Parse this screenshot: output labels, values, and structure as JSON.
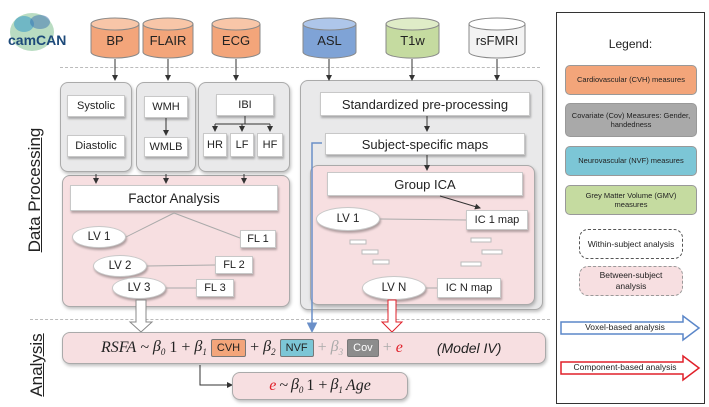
{
  "logo": {
    "text": "camCAN"
  },
  "sources": {
    "bp": "BP",
    "flair": "FLAIR",
    "ecg": "ECG",
    "asl": "ASL",
    "t1w": "T1w",
    "rsfmri": "rsFMRI"
  },
  "colors": {
    "orange": "#f3a57a",
    "blue": "#7fa3d6",
    "green": "#c5dba0",
    "grey": "#dcdcdc",
    "pink": "#f7dfe1",
    "red": "#e0202a"
  },
  "left": {
    "systolic": "Systolic",
    "diastolic": "Diastolic",
    "wmh": "WMH",
    "wmlb": "WMLB",
    "ibi": "IBI",
    "hr": "HR",
    "lf": "LF",
    "hf": "HF",
    "factor_analysis": "Factor Analysis",
    "lv1": "LV 1",
    "lv2": "LV 2",
    "lv3": "LV 3",
    "fl1": "FL 1",
    "fl2": "FL 2",
    "fl3": "FL 3"
  },
  "right": {
    "preproc": "Standardized pre-processing",
    "maps": "Subject-specific maps",
    "group_ica": "Group ICA",
    "lv1": "LV 1",
    "lvn": "LV N",
    "ic1": "IC 1 map",
    "icn": "IC N map"
  },
  "sections": {
    "data_processing": "Data Processing",
    "analysis": "Analysis"
  },
  "equation1": {
    "lhs": "RSFA",
    "tilde": "~",
    "b0": "β",
    "b0sub": "0",
    "one": "1 +",
    "b1": "β",
    "b1sub": "1",
    "cvh": "CVH",
    "plus2": "+",
    "b2": "β",
    "b2sub": "2",
    "nvf": "NVF",
    "plus3": "+",
    "b3": "β",
    "b3sub": "3",
    "cov": "Cov",
    "plus4": "+",
    "e": "e",
    "model": "(Model IV)"
  },
  "equation2": {
    "e": "e",
    "tilde": "~",
    "b0": "β",
    "b0sub": "0",
    "one": "1 +",
    "b1": "β",
    "b1sub": "1",
    "age": "Age"
  },
  "legend": {
    "title": "Legend:",
    "cvh": "Cardiovascular (CVH) measures",
    "cov": "Covariate (Cov) Measures: Gender, handedness",
    "nvf": "Neurovascular (NVF) measures",
    "gmv": "Grey Matter Volume (GMV) measures",
    "within": "Within-subject analysis",
    "between": "Between-subject analysis",
    "voxel": "Voxel-based analysis",
    "component": "Component-based analysis"
  }
}
